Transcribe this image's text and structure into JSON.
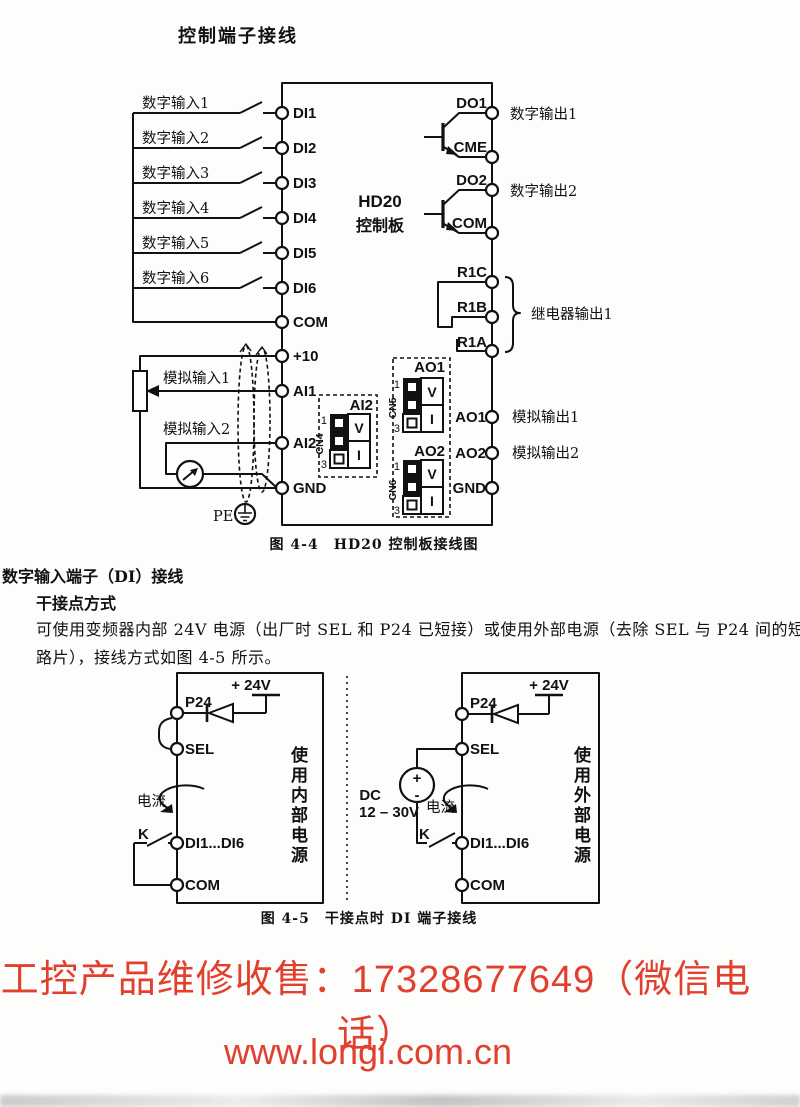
{
  "page": {
    "title": "控制端子接线"
  },
  "fig44": {
    "caption": "图 4-4　HD20 控制板接线图",
    "board_name": "HD20",
    "board_sub": "控制板",
    "digital_inputs": [
      "数字输入1",
      "数字输入2",
      "数字输入3",
      "数字输入4",
      "数字输入5",
      "数字输入6"
    ],
    "left_terminals": [
      "DI1",
      "DI2",
      "DI3",
      "DI4",
      "DI5",
      "DI6",
      "COM",
      "+10",
      "AI1",
      "AI2",
      "GND"
    ],
    "analog_input1": "模拟输入1",
    "analog_input2": "模拟输入2",
    "pe": "PE",
    "right": {
      "do1": "DO1",
      "cme": "CME",
      "do2": "DO2",
      "com": "COM",
      "r1c": "R1C",
      "r1b": "R1B",
      "r1a": "R1A",
      "ao1": "AO1",
      "ao2": "AO2",
      "gnd": "GND",
      "digital_output1": "数字输出1",
      "digital_output2": "数字输出2",
      "relay_output1": "继电器输出1",
      "analog_output1": "模拟输出1",
      "analog_output2": "模拟输出2"
    },
    "jumpers": {
      "pin1": "1",
      "pin3": "3",
      "v": "V",
      "i": "I",
      "ai2": {
        "title": "AI2",
        "cn": "CN4"
      },
      "ao1": {
        "title": "AO1",
        "cn": "CN5"
      },
      "ao2": {
        "title": "AO2",
        "cn": "CN6"
      }
    }
  },
  "section": {
    "heading": "数字输入端子（DI）接线",
    "subheading": "干接点方式",
    "para_line1": "可使用变频器内部 24V 电源（出厂时 SEL 和 P24 已短接）或使用外部电源（去除 SEL 与 P24 间的短",
    "para_line2": "路片），接线方式如图 4-5 所示。"
  },
  "fig45": {
    "caption": "图 4-5　干接点时 DI 端子接线",
    "terminals": {
      "p24": "P24",
      "sel": "SEL",
      "di": "DI1...DI6",
      "com": "COM"
    },
    "common": {
      "v24": "+ 24V",
      "current": "电流",
      "k": "K"
    },
    "internal": {
      "mode": "使用内部电源"
    },
    "external": {
      "mode": "使用外部电源",
      "dc": "DC",
      "dc_range": "12 – 30V",
      "plus": "+",
      "minus": "-"
    }
  },
  "footer": {
    "line1": "工控产品维修收售：17328677649（微信电话）",
    "line2": "www.longi.com.cn",
    "accent_color": "#e2402f"
  }
}
